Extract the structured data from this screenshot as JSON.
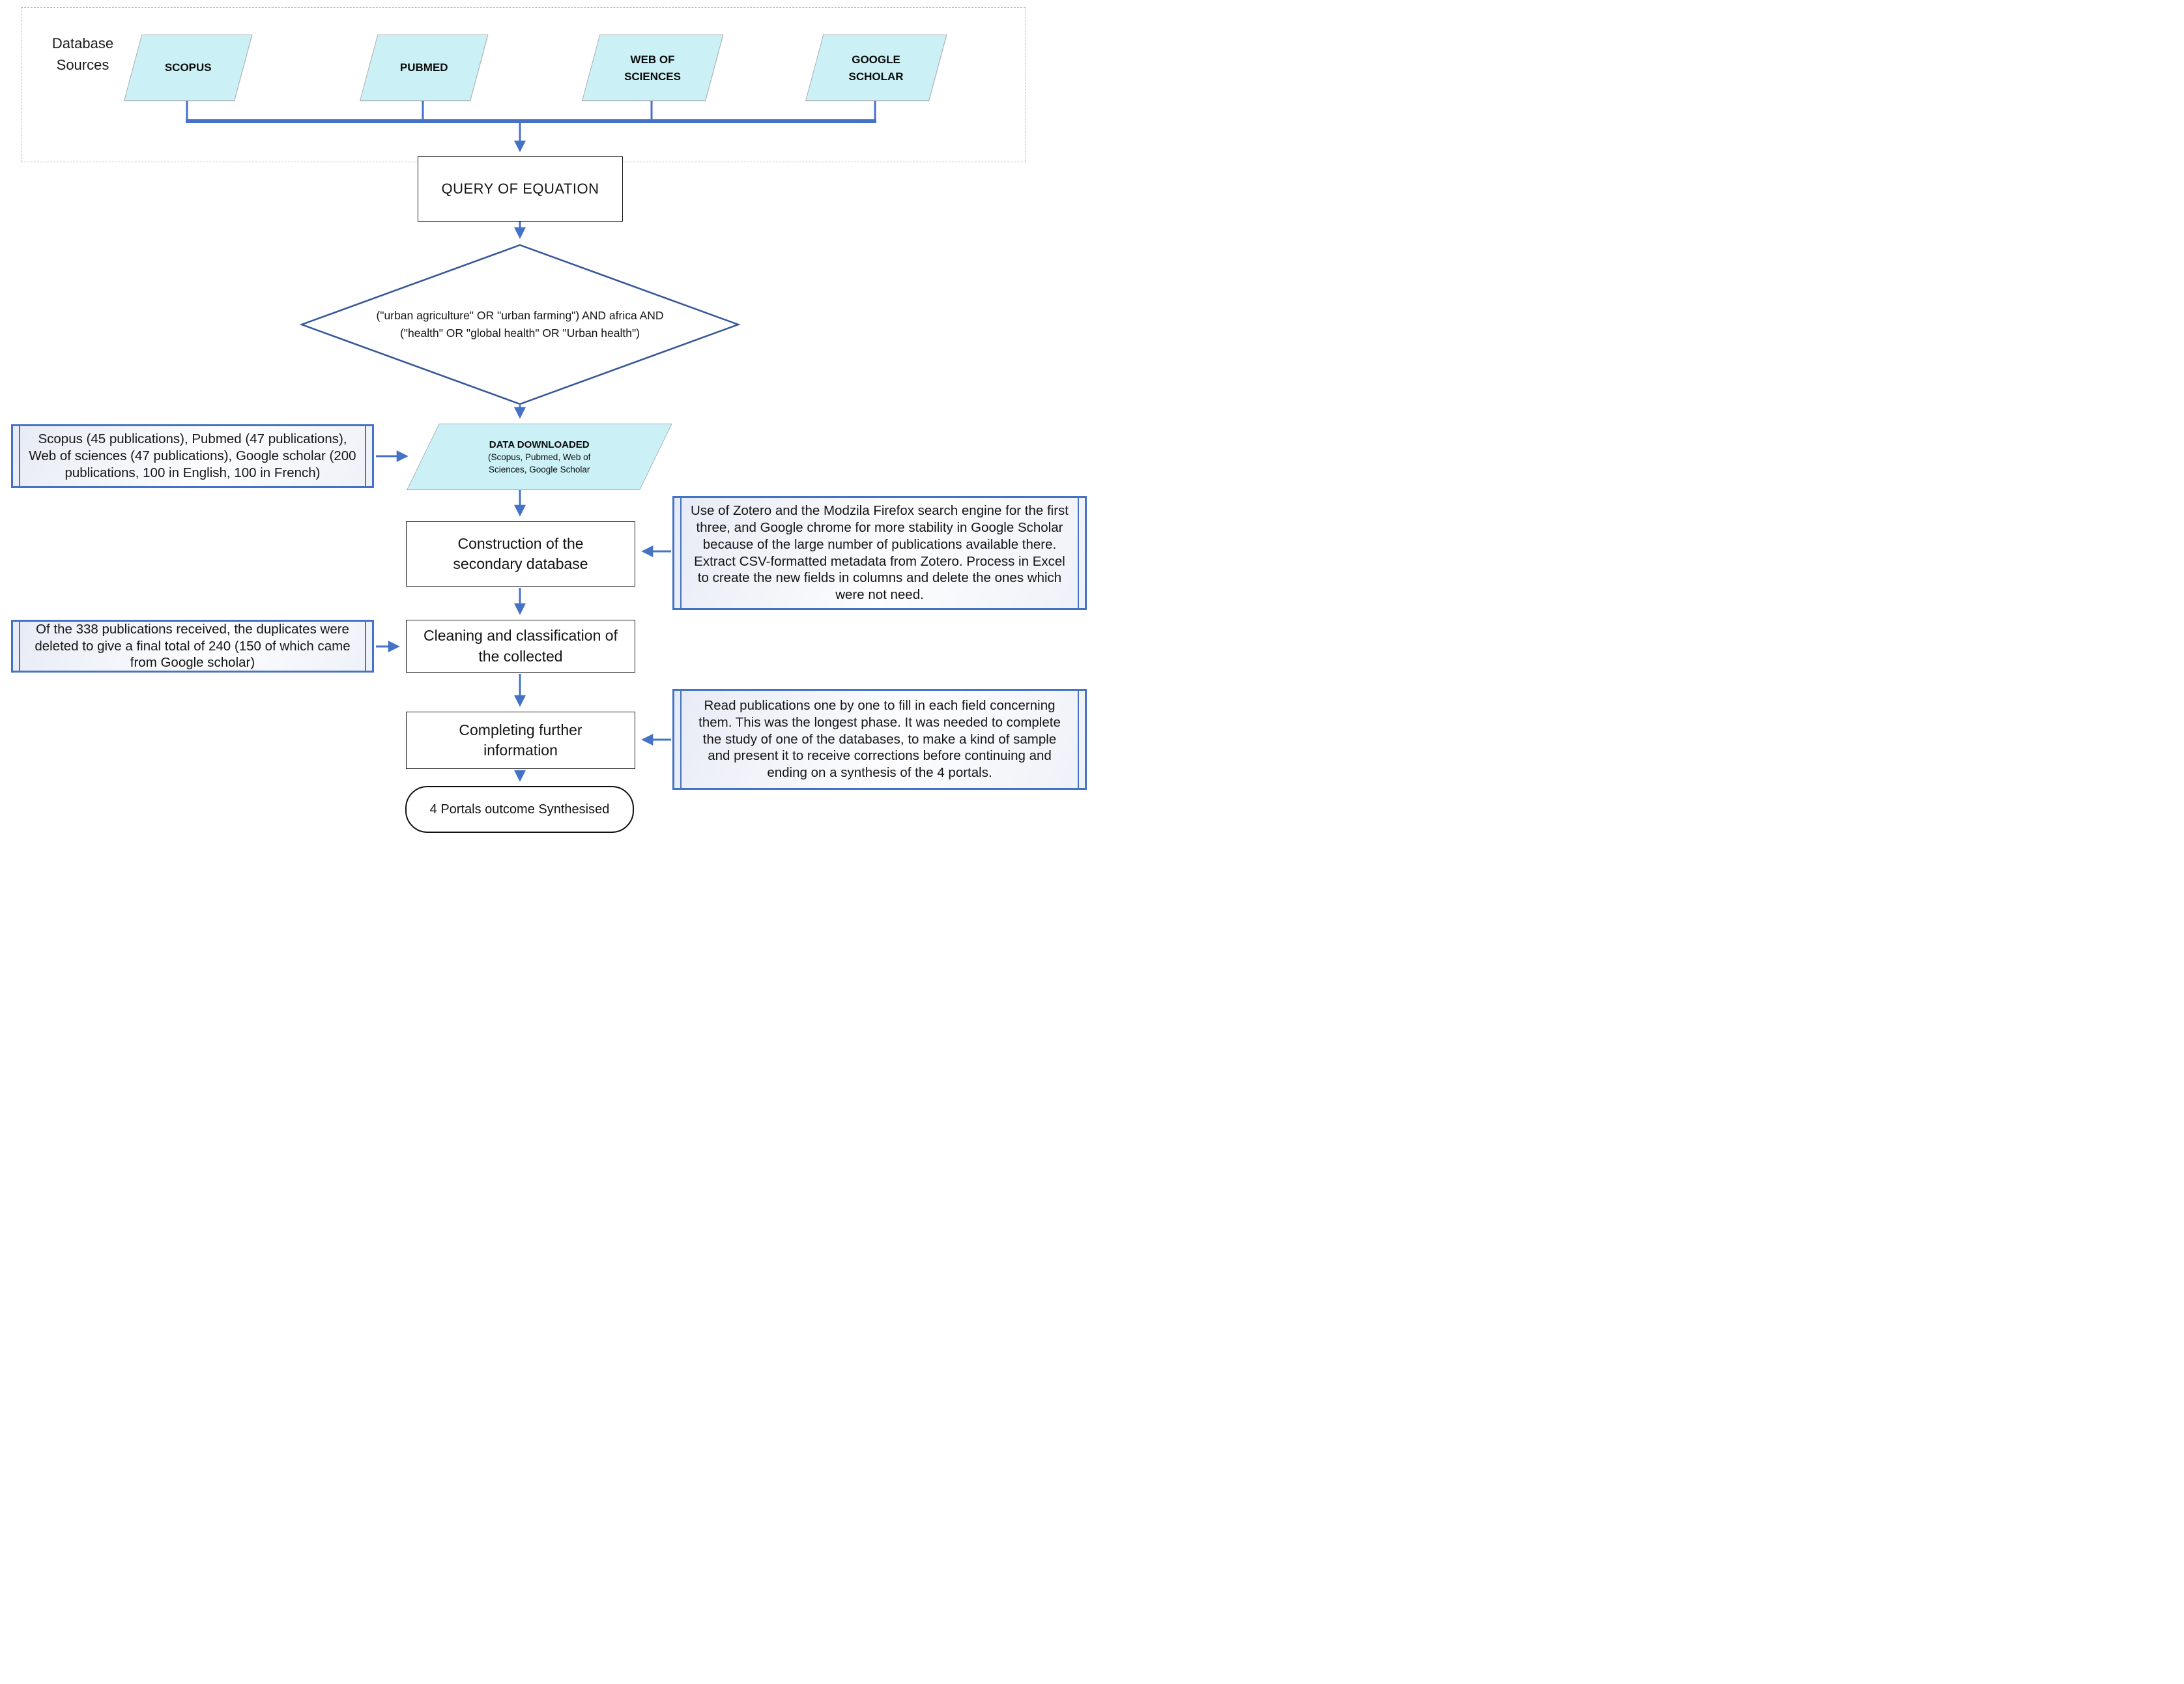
{
  "diagram": {
    "colors": {
      "accent_blue": "#4472C4",
      "diamond_stroke": "#35589B",
      "parallelogram_fill": "#CBF1F7",
      "note_border": "#4472C4"
    },
    "sources_panel": {
      "label": "Database Sources",
      "items": [
        "SCOPUS",
        "PUBMED",
        "WEB OF SCIENCES",
        "GOOGLE SCHOLAR"
      ]
    },
    "query": {
      "label": "QUERY OF EQUATION"
    },
    "decision": {
      "line1": "(\"urban agriculture\" OR \"urban farming\") AND africa AND",
      "line2": "(\"health\" OR \"global health\" OR \"Urban health\")"
    },
    "data_downloaded": {
      "title": "DATA DOWNLOADED",
      "subtitle": "(Scopus, Pubmed, Web of Sciences, Google Scholar"
    },
    "processes": {
      "construction": "Construction of the secondary database",
      "cleaning": "Cleaning and classification of the collected",
      "completing": "Completing further information"
    },
    "notes": {
      "publications": "Scopus (45 publications), Pubmed (47 publications), Web of sciences (47 publications), Google scholar (200 publications, 100 in English, 100 in French)",
      "zotero": "Use of Zotero and the Modzila Firefox search engine for the first three, and Google chrome for more stability in Google Scholar because of the large number of publications available there. Extract CSV-formatted metadata from Zotero. Process in Excel to create the new fields in columns and delete the ones which were not need.",
      "duplicates": "Of the 338 publications received, the duplicates were deleted to give a final total of 240 (150 of which came from Google scholar)",
      "reading": "Read publications one by one to fill in each field concerning them. This was the longest phase. It was needed to complete the study of one of the databases, to make a kind of sample and present it to receive corrections before continuing and ending on a synthesis of the 4 portals."
    },
    "terminal": {
      "label": "4 Portals outcome Synthesised"
    }
  }
}
